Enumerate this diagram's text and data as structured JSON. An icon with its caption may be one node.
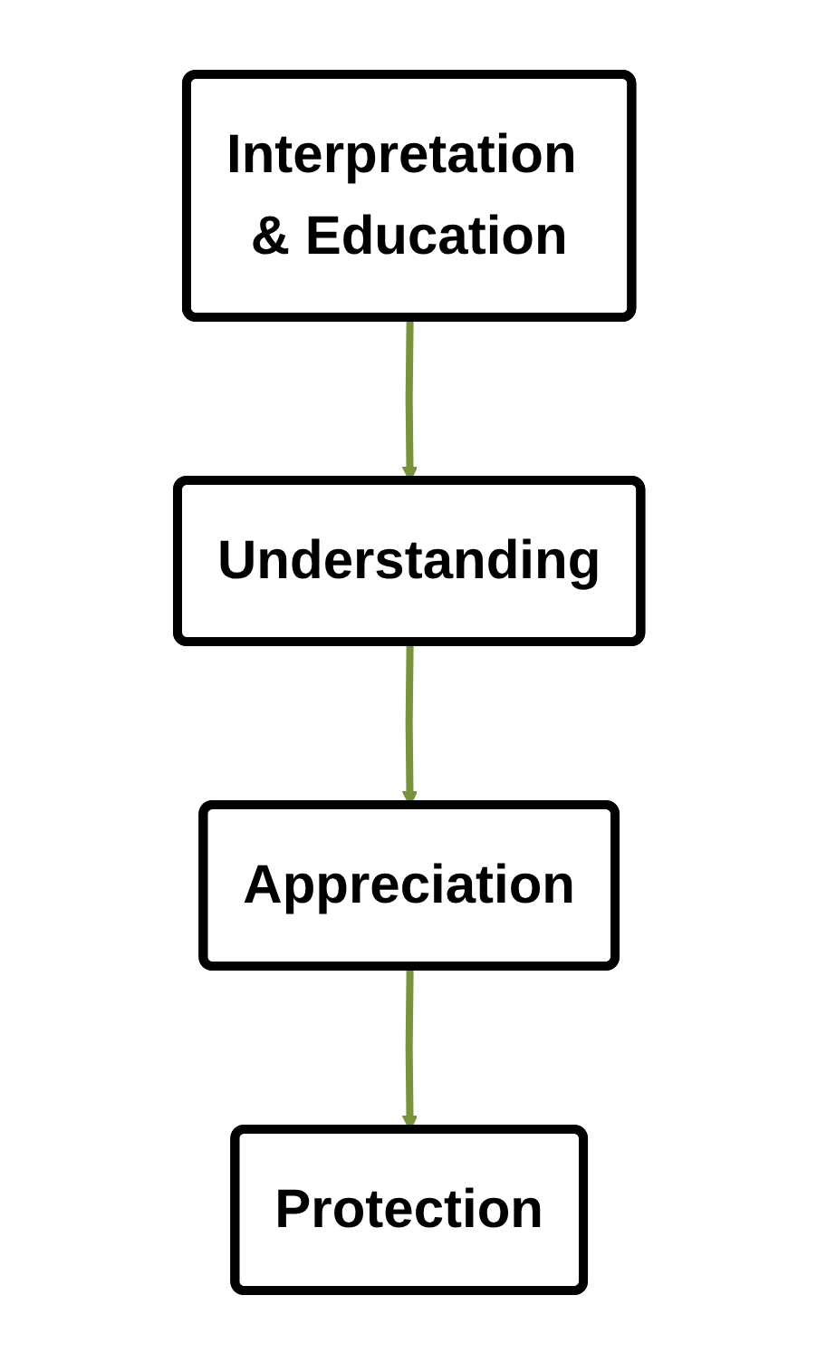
{
  "diagram": {
    "nodes": [
      {
        "text": [
          "Interpretation & Education"
        ]
      },
      {
        "text": [
          "Understanding"
        ]
      },
      {
        "text": [
          "Appreciation"
        ]
      },
      {
        "text": [
          "Protection"
        ]
      }
    ],
    "edges": [
      {
        "from": 0,
        "to": 1,
        "arrow": "to"
      },
      {
        "from": 1,
        "to": 2,
        "arrow": "to"
      },
      {
        "from": 2,
        "to": 3,
        "arrow": "to"
      }
    ]
  }
}
